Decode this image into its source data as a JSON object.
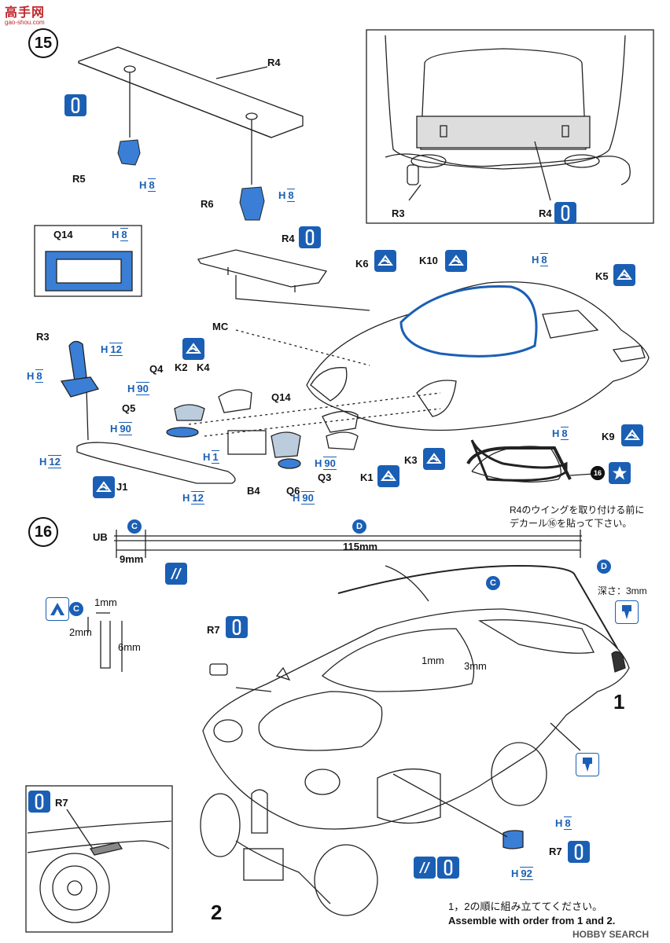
{
  "header": {
    "logo_cn": "高手网",
    "logo_url": "gao-shou.com",
    "watermark": "HOBBY SEARCH"
  },
  "step15": {
    "number": "15",
    "parts": {
      "R4_top": "R4",
      "R5": "R5",
      "R6": "R6",
      "R3": "R3",
      "R4_mid": "R4",
      "Q14": "Q14",
      "Q14b": "Q14",
      "K6": "K6",
      "K10": "K10",
      "K5": "K5",
      "MC": "MC",
      "Q4": "Q4",
      "K2": "K2",
      "K4": "K4",
      "Q5": "Q5",
      "J1": "J1",
      "B4": "B4",
      "Q6": "Q6",
      "Q3": "Q3",
      "K1": "K1",
      "K3": "K3",
      "K9": "K9",
      "inset_R3": "R3",
      "inset_R4": "R4"
    },
    "colors": {
      "H8a": "8",
      "H8b": "8",
      "H8c": "8",
      "H8d": "8",
      "H8e": "8",
      "H8f": "8",
      "H12a": "12",
      "H12b": "12",
      "H12c": "12",
      "H90a": "90",
      "H90b": "90",
      "H90c": "90",
      "H90d": "90",
      "H1": "1",
      "H_prefix": "H"
    },
    "decal_num": "16",
    "note_jp": "R4のウイングを取り付ける前に\nデカール⑯を貼って下さい。"
  },
  "step16": {
    "number": "16",
    "UB": "UB",
    "C": "C",
    "D": "D",
    "dim_9": "9mm",
    "dim_115": "115mm",
    "dim_1": "1mm",
    "dim_2": "2mm",
    "dim_6": "6mm",
    "depth_label": "深さ：3mm",
    "dim_1b": "1mm",
    "dim_3": "3mm",
    "R7a": "R7",
    "R7b": "R7",
    "R7c": "R7",
    "H8": "8",
    "H92": "92",
    "num1": "1",
    "num2": "2",
    "footer_jp": "1，2の順に組み立ててください。",
    "footer_en": "Assemble with order from 1 and 2."
  },
  "colors": {
    "accent": "#1a5fb4",
    "part_fill": "#3a7fd5"
  }
}
